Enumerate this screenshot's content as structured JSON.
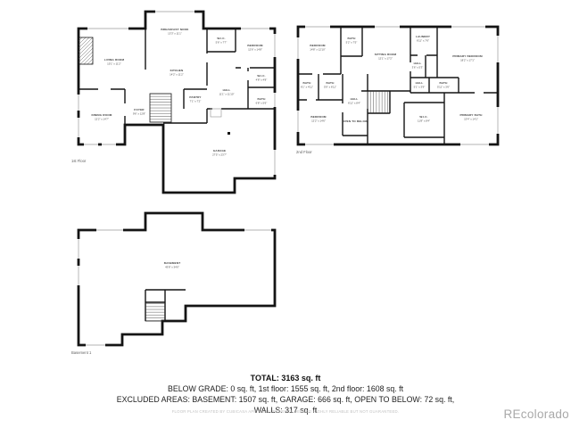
{
  "summary": {
    "total": "TOTAL: 3163 sq. ft",
    "grade_line": "BELOW GRADE: 0 sq. ft, 1st floor: 1555 sq. ft, 2nd floor: 1608 sq. ft",
    "excluded_line": "EXCLUDED AREAS: BASEMENT: 1507 sq. ft, GARAGE: 666 sq. ft, OPEN TO BELOW: 72 sq. ft,",
    "walls_line": "WALLS: 317 sq. ft"
  },
  "disclaimer": "FLOOR PLAN CREATED BY CUBICASA APP. MEASUREMENTS DEEMED HIGHLY RELIABLE BUT NOT GUARANTEED.",
  "watermark": "REcolorado",
  "colors": {
    "wall": "#141414",
    "watermark": "#a9a9a9",
    "disclaimer": "#c2c2c2"
  },
  "floor1": {
    "caption": "1st Floor",
    "rooms": {
      "living": {
        "name": "LIVING ROOM",
        "dims": "15'1\" x 11'2\""
      },
      "breakfast": {
        "name": "BREAKFAST NOOK",
        "dims": "13'3\" x 11'1\""
      },
      "kitchen": {
        "name": "KITCHEN",
        "dims": "14'2\" x 11'2\""
      },
      "wic1": {
        "name": "W.I.C.",
        "dims": "5'6\" x 7'7\""
      },
      "bedroom": {
        "name": "BEDROOM",
        "dims": "12'6\" x 14'8\""
      },
      "wic2": {
        "name": "W.I.C.",
        "dims": "4'8\" x 4'8\""
      },
      "hall": {
        "name": "HALL",
        "dims": "11'1\" x 11'10\""
      },
      "pantry": {
        "name": "PANTRY",
        "dims": "7'1\" x 7'2\""
      },
      "bath": {
        "name": "BATH",
        "dims": "6'8\" x 5'6\""
      },
      "dining": {
        "name": "DINING ROOM",
        "dims": "12'2\" x 14'7\""
      },
      "foyer": {
        "name": "FOYER",
        "dims": "9'6\" x 12'8\""
      },
      "garage": {
        "name": "GARAGE",
        "dims": "27'5\" x 23'7\""
      }
    }
  },
  "floor2": {
    "caption": "2nd Floor",
    "rooms": {
      "bedroom1": {
        "name": "BEDROOM",
        "dims": "14'8\" x 12'10\""
      },
      "bath1": {
        "name": "BATH",
        "dims": "5'2\" x 7'5\""
      },
      "sitting": {
        "name": "SITTING ROOM",
        "dims": "12'1\" x 17'2\""
      },
      "laundry": {
        "name": "LAUNDRY",
        "dims": "6'11\" x 7'6\""
      },
      "hall_small": {
        "name": "HALL",
        "dims": "3'6\" x 5'3\""
      },
      "primary_bedroom": {
        "name": "PRIMARY BEDROOM",
        "dims": "18'2\" x 17'1\""
      },
      "bath2": {
        "name": "BATH",
        "dims": "6'1\" x 4'11\""
      },
      "bath3": {
        "name": "BATH",
        "dims": "5'9\" x 6'11\""
      },
      "hall_big": {
        "name": "HALL",
        "dims": "6'11\" x 8'4\""
      },
      "hall2": {
        "name": "HALL",
        "dims": "5'1\" x 3'9\""
      },
      "bath4": {
        "name": "BATH",
        "dims": "5'11\" x 3'6\""
      },
      "bedroom2": {
        "name": "BEDROOM",
        "dims": "12'2\" x 14'6\""
      },
      "open_below": {
        "name": "OPEN TO BELOW",
        "dims": ""
      },
      "wic": {
        "name": "W.I.C.",
        "dims": "11'8\" x 8'4\""
      },
      "primary_bath": {
        "name": "PRIMARY BATH",
        "dims": "13'4\" x 14'1\""
      }
    }
  },
  "floor3": {
    "caption": "Basement 1",
    "rooms": {
      "basement": {
        "name": "BASEMENT",
        "dims": "43'8\" x 34'0\""
      }
    }
  }
}
